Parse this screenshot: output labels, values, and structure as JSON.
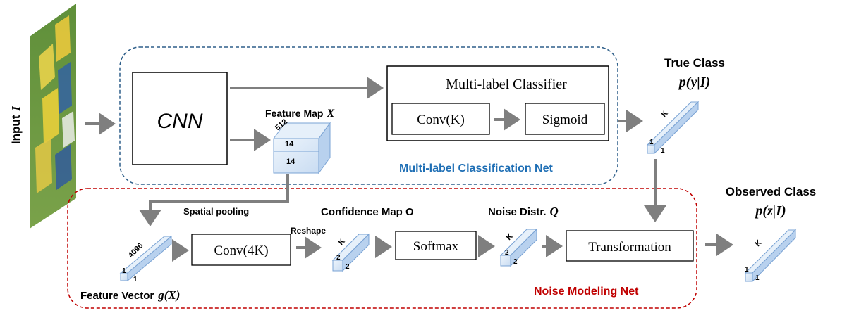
{
  "input": {
    "label": "Input",
    "symbol": "I"
  },
  "cnn": {
    "label": "CNN"
  },
  "multilabel_classifier": {
    "title": "Multi-label  Classifier",
    "conv_label": "Conv(K)",
    "sigmoid_label": "Sigmoid"
  },
  "feature_map": {
    "label": "Feature Map",
    "symbol": "X",
    "dims": {
      "depth": "512",
      "height": "14",
      "width": "14"
    }
  },
  "multilabel_net": {
    "label": "Multi-label Classification Net"
  },
  "true_class": {
    "label": "True Class",
    "formula": "p(y|I)",
    "dims": {
      "k": "K",
      "a": "1",
      "b": "1"
    }
  },
  "spatial_pooling": {
    "label": "Spatial pooling"
  },
  "feature_vector": {
    "label": "Feature Vector",
    "formula": "g(X)",
    "dims": {
      "len": "4096",
      "a": "1",
      "b": "1"
    }
  },
  "conv4k": {
    "label": "Conv(4K)"
  },
  "reshape": {
    "label": "Reshape"
  },
  "confidence_map": {
    "label": "Confidence Map O",
    "dims": {
      "k": "K",
      "a": "2",
      "b": "2"
    }
  },
  "softmax": {
    "label": "Softmax"
  },
  "noise_distr": {
    "label": "Noise Distr.",
    "symbol": "Q",
    "dims": {
      "k": "K",
      "a": "2",
      "b": "2"
    }
  },
  "transformation": {
    "label": "Transformation"
  },
  "noise_net": {
    "label": "Noise Modeling Net"
  },
  "observed_class": {
    "label": "Observed Class",
    "formula": "p(z|I)",
    "dims": {
      "k": "K",
      "a": "1",
      "b": "1"
    }
  },
  "colors": {
    "blue_net": "#1f6fb5",
    "red_net": "#c00000",
    "arrow": "#7f7f7f",
    "cube_front": "#dce9f7",
    "cube_side": "#b8d1ee",
    "cube_stroke": "#7aa3d4"
  }
}
